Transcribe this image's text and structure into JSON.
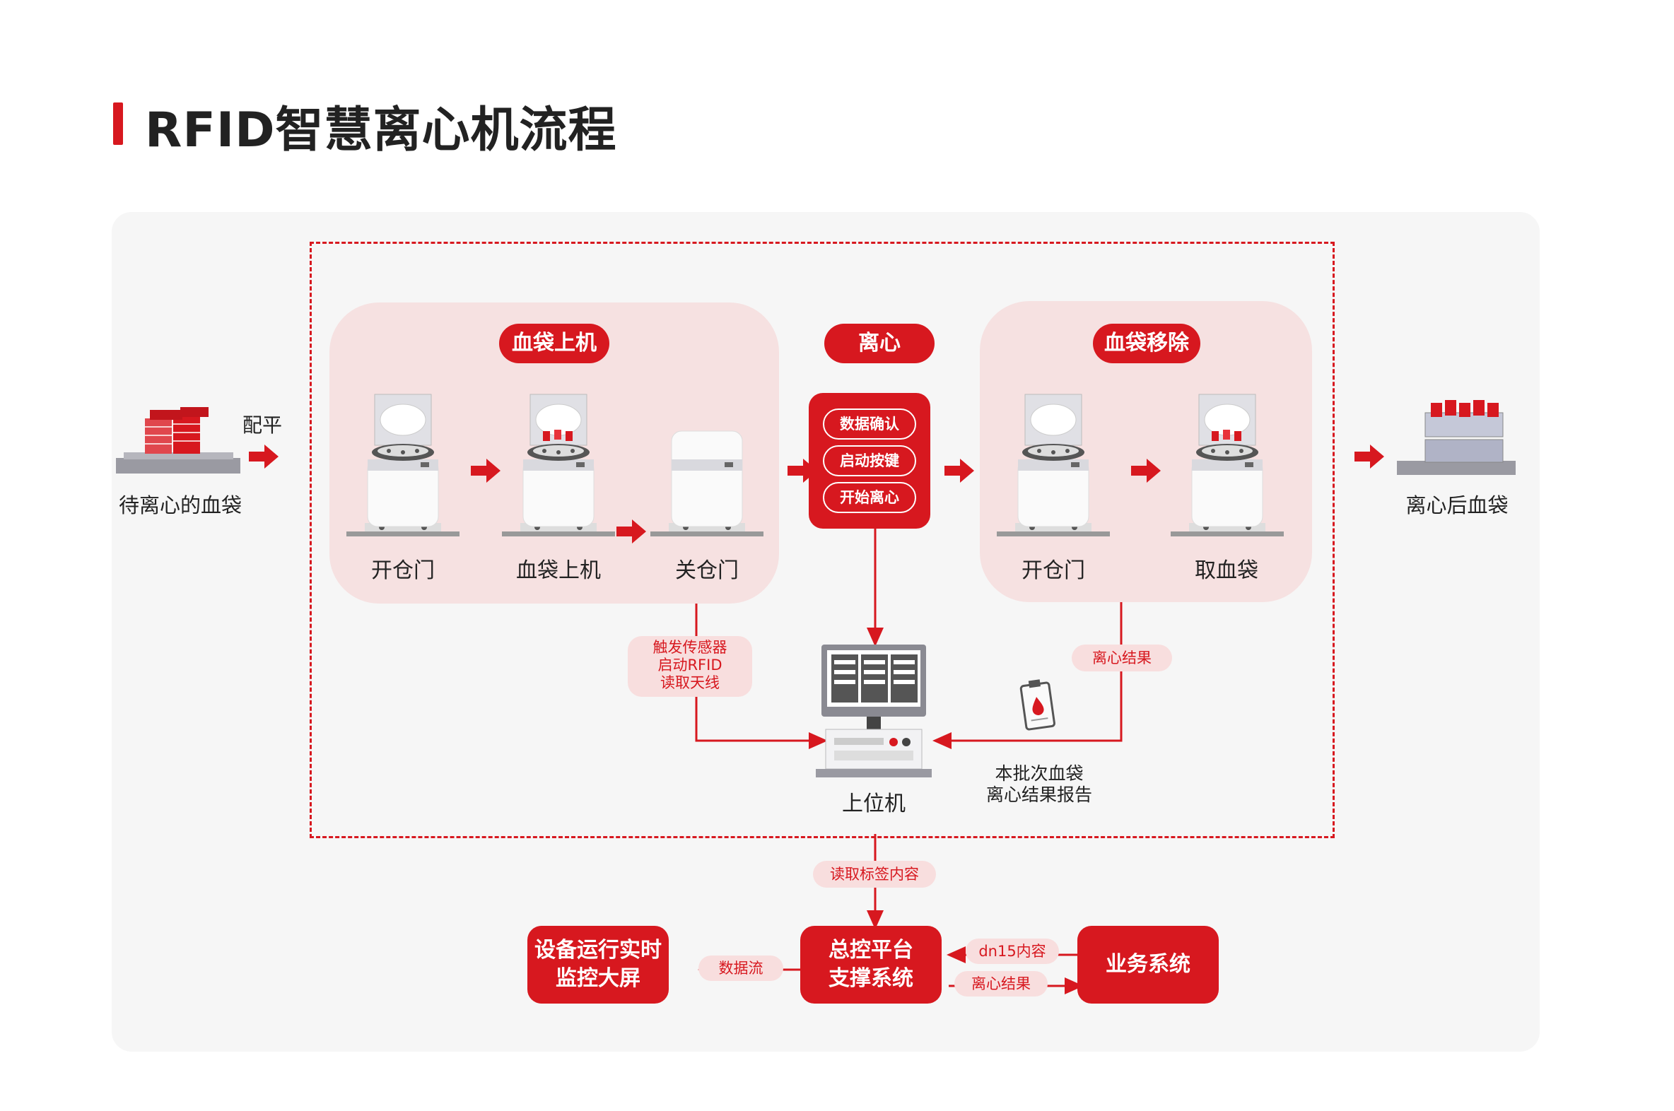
{
  "title": "RFID智慧离心机流程",
  "left": {
    "label": "待离心的血袋",
    "arrow_label": "配平"
  },
  "right": {
    "label": "离心后血袋"
  },
  "stages": {
    "load": {
      "title": "血袋上机",
      "steps": [
        "开仓门",
        "血袋上机",
        "关仓门"
      ]
    },
    "spin": {
      "title": "离心",
      "actions": [
        "数据确认",
        "启动按键",
        "开始离心"
      ]
    },
    "remove": {
      "title": "血袋移除",
      "steps": [
        "开仓门",
        "取血袋"
      ]
    }
  },
  "sensor_tag": {
    "line1": "触发传感器",
    "line2": "启动RFID",
    "line3": "读取天线"
  },
  "result_tag": "离心结果",
  "report": {
    "line1": "本批次血袋",
    "line2": "离心结果报告"
  },
  "host": {
    "label": "上位机"
  },
  "read_tag": "读取标签内容",
  "bottom": {
    "monitor": {
      "line1": "设备运行实时",
      "line2": "监控大屏"
    },
    "center": {
      "line1": "总控平台",
      "line2": "支撑系统"
    },
    "business": {
      "label": "业务系统"
    },
    "flow_data": "数据流",
    "flow_dn15": "dn15内容",
    "flow_result": "离心结果"
  },
  "colors": {
    "accent": "#d7181f",
    "stage_bg": "#f6e1e1",
    "panel_bg": "#f6f6f6",
    "tag_bg": "#f8dede"
  }
}
